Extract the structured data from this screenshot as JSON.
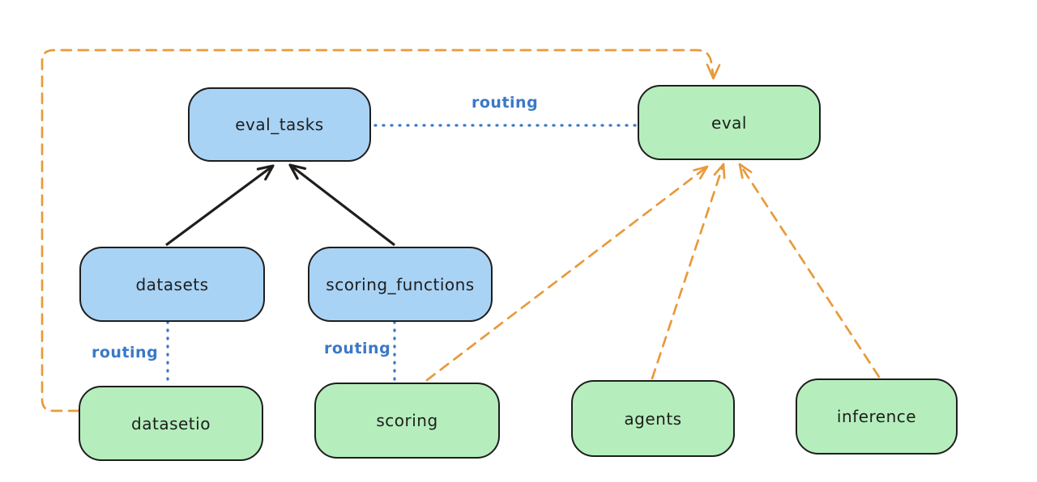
{
  "nodes": {
    "eval_tasks": {
      "label": "eval_tasks",
      "kind": "api"
    },
    "eval": {
      "label": "eval",
      "kind": "provider"
    },
    "datasets": {
      "label": "datasets",
      "kind": "api"
    },
    "scoring_functions": {
      "label": "scoring_functions",
      "kind": "api"
    },
    "datasetio": {
      "label": "datasetio",
      "kind": "provider"
    },
    "scoring": {
      "label": "scoring",
      "kind": "provider"
    },
    "agents": {
      "label": "agents",
      "kind": "provider"
    },
    "inference": {
      "label": "inference",
      "kind": "provider"
    }
  },
  "labels": {
    "routing": "routing"
  },
  "edges": [
    {
      "from": "datasets",
      "to": "eval_tasks",
      "style": "solid-arrow",
      "color": "black"
    },
    {
      "from": "scoring_functions",
      "to": "eval_tasks",
      "style": "solid-arrow",
      "color": "black"
    },
    {
      "from": "eval_tasks",
      "to": "eval",
      "style": "dotted-line",
      "color": "blue",
      "label": "routing"
    },
    {
      "from": "datasets",
      "to": "datasetio",
      "style": "dotted-line",
      "color": "blue",
      "label": "routing"
    },
    {
      "from": "scoring_functions",
      "to": "scoring",
      "style": "dotted-line",
      "color": "blue",
      "label": "routing"
    },
    {
      "from": "datasetio",
      "to": "eval",
      "style": "dashed-arrow",
      "color": "orange"
    },
    {
      "from": "scoring",
      "to": "eval",
      "style": "dashed-arrow",
      "color": "orange"
    },
    {
      "from": "agents",
      "to": "eval",
      "style": "dashed-arrow",
      "color": "orange"
    },
    {
      "from": "inference",
      "to": "eval",
      "style": "dashed-arrow",
      "color": "orange"
    }
  ],
  "colors": {
    "bg": "#ffffff",
    "stroke": "#1e1e1e",
    "api-fill": "#a9d3f5",
    "provider-fill": "#b5eebc",
    "routing-blue": "#3b78c8",
    "edge-orange": "#e89a3c"
  }
}
